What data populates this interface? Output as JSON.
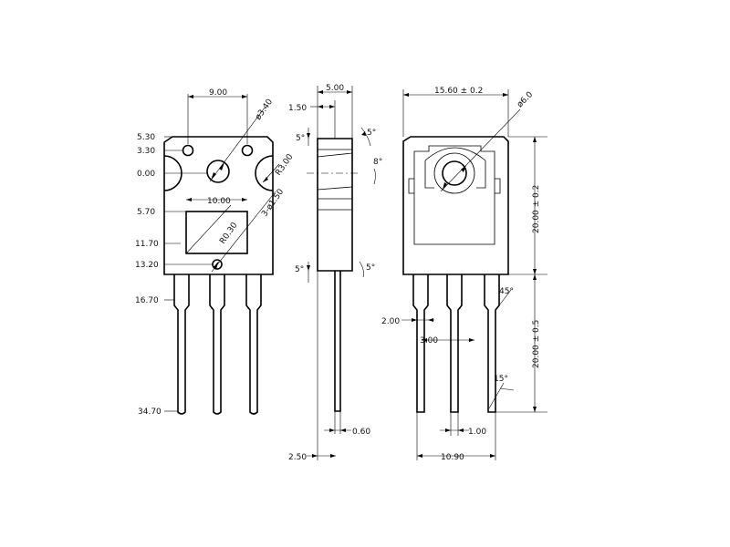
{
  "front_view": {
    "top_width": "9.00",
    "hole_dia": "ø3.40",
    "corner_radius": "R3.00",
    "window_width": "10.00",
    "window_radius": "R0.30",
    "pin_hole": "3-ø1.50",
    "row_labels": [
      "5.30",
      "3.30",
      "0.00",
      "5.70",
      "11.70",
      "13.20",
      "16.70",
      "34.70"
    ]
  },
  "side_view": {
    "top_width": "5.00",
    "step": "1.50",
    "angles": [
      "5°",
      "5°",
      "8°",
      "5°",
      "5°"
    ],
    "lead_thickness": "0.60",
    "base_offset": "2.50"
  },
  "back_view": {
    "width": "15.60 ± 0.2",
    "hole_dia": "ø6.0",
    "body_height": "20.00 ± 0.2",
    "lead_length": "20.00 ± 0.5",
    "chamfer_angle": "45°",
    "tip_angle": "15°",
    "lead_width": "2.00",
    "pitch": "3.00",
    "lead_narrow": "1.00",
    "overall_pins": "10.90"
  }
}
